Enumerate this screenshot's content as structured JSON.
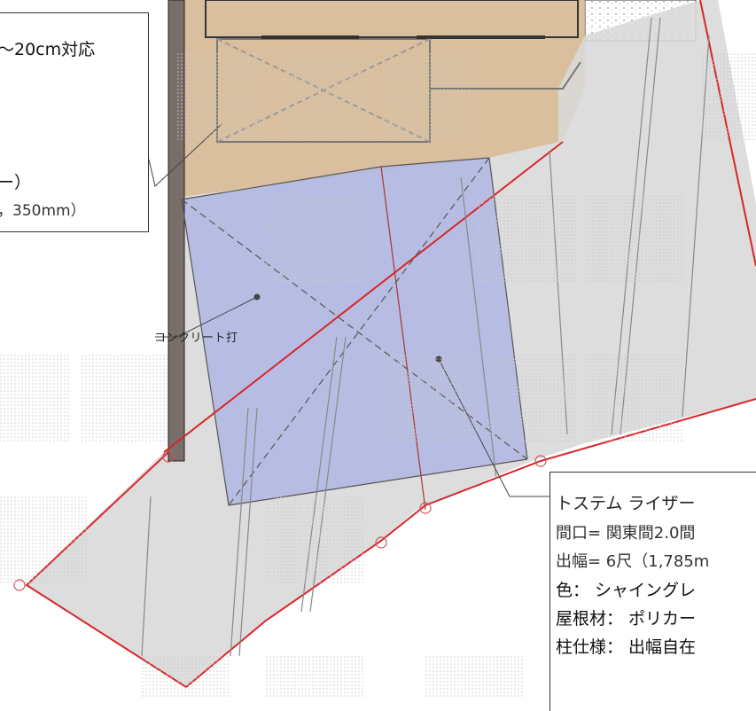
{
  "callout_top_left": {
    "line1": "～20cm対応",
    "line2": "ー）",
    "line3": "，350mm）"
  },
  "concrete_label": "コンクリート打",
  "callout_bottom_right": {
    "product": "トステム ライザー",
    "width": "間口= 関東間2.0間",
    "depth": "出幅= 6尺（1,785m",
    "color": "色： シャイングレ",
    "roof": "屋根材： ポリカー",
    "post": "柱仕様： 出幅自在"
  },
  "colors": {
    "boundary": "#d8262a",
    "concrete_pad": "#b3b9e2",
    "paving": "#d9d9d9",
    "wood": "#d2b48c"
  }
}
